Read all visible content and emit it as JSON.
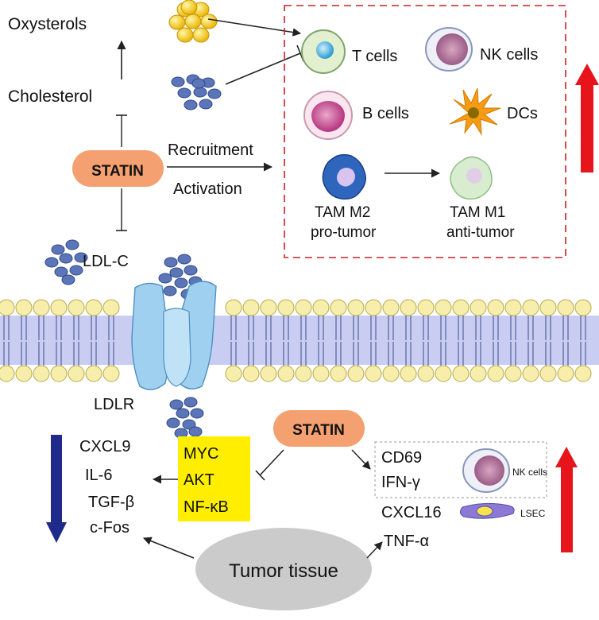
{
  "top": {
    "oxysterols": "Oxysterols",
    "cholesterol": "Cholesterol",
    "statin": "STATIN",
    "recruitment": "Recruitment",
    "activation": "Activation",
    "ldlc": "LDL-C",
    "ldlr": "LDLR"
  },
  "immune_box": {
    "t_cells": "T cells",
    "nk_cells": "NK cells",
    "b_cells": "B cells",
    "dcs": "DCs",
    "tam_m2_line1": "TAM M2",
    "tam_m2_line2": "pro-tumor",
    "tam_m1_line1": "TAM M1",
    "tam_m1_line2": "anti-tumor"
  },
  "bottom": {
    "statin": "STATIN",
    "signaling": [
      "MYC",
      "AKT",
      "NF-κB"
    ],
    "down_list": [
      "CXCL9",
      "IL-6",
      "TGF-β",
      "c-Fos"
    ],
    "up_list": [
      "CD69",
      "IFN-γ",
      "CXCL16",
      "TNF-α"
    ],
    "nk_cells_small": "NK cells",
    "lsec": "LSEC",
    "tumor_tissue": "Tumor tissue"
  },
  "colors": {
    "statin_fill": "#f4a070",
    "up_arrow": "#e8141c",
    "down_arrow": "#1f2a8a",
    "signal_box": "#ffee00",
    "dashed_box": "#c8202a",
    "membrane_head": "#f6eeaa",
    "membrane_band": "#c9cdf2",
    "receptor": "#9fd0ef",
    "ldl_particle": "#5c75b8"
  }
}
